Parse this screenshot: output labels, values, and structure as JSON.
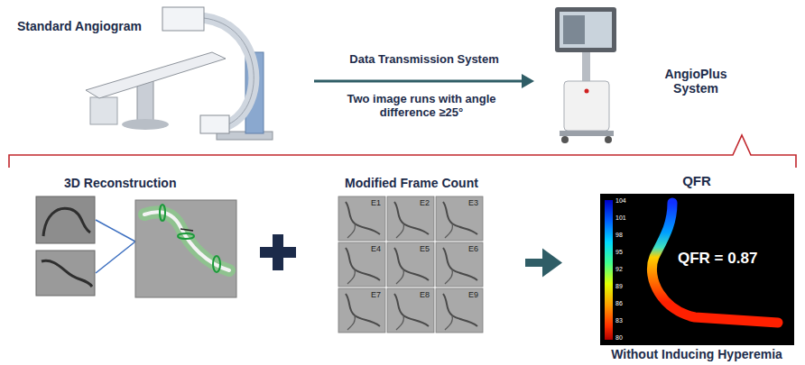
{
  "diagram": {
    "nodes": [
      {
        "text": [
          "Standard Angiogram"
        ]
      },
      {
        "text": [
          "AngioPlus System"
        ]
      },
      {
        "text": [
          "3D Reconstruction"
        ]
      },
      {
        "text": [
          "Modified Frame Count"
        ]
      },
      {
        "text": [
          "QFR",
          "QFR = 0.87",
          "Without Inducing Hyperemia"
        ]
      }
    ],
    "edges": [
      {
        "from": 0,
        "to": 1,
        "label": "Data Transmission System",
        "arrow": "to"
      },
      {
        "from": 3,
        "to": 4,
        "arrow": "to"
      }
    ],
    "labels": [
      "Two image runs with angle difference ≥25°",
      "E1",
      "E2",
      "E3",
      "E4",
      "E5",
      "E6",
      "E7",
      "E8",
      "E9",
      "104",
      "101",
      "98",
      "95",
      "92",
      "89",
      "86",
      "83",
      "80"
    ]
  }
}
